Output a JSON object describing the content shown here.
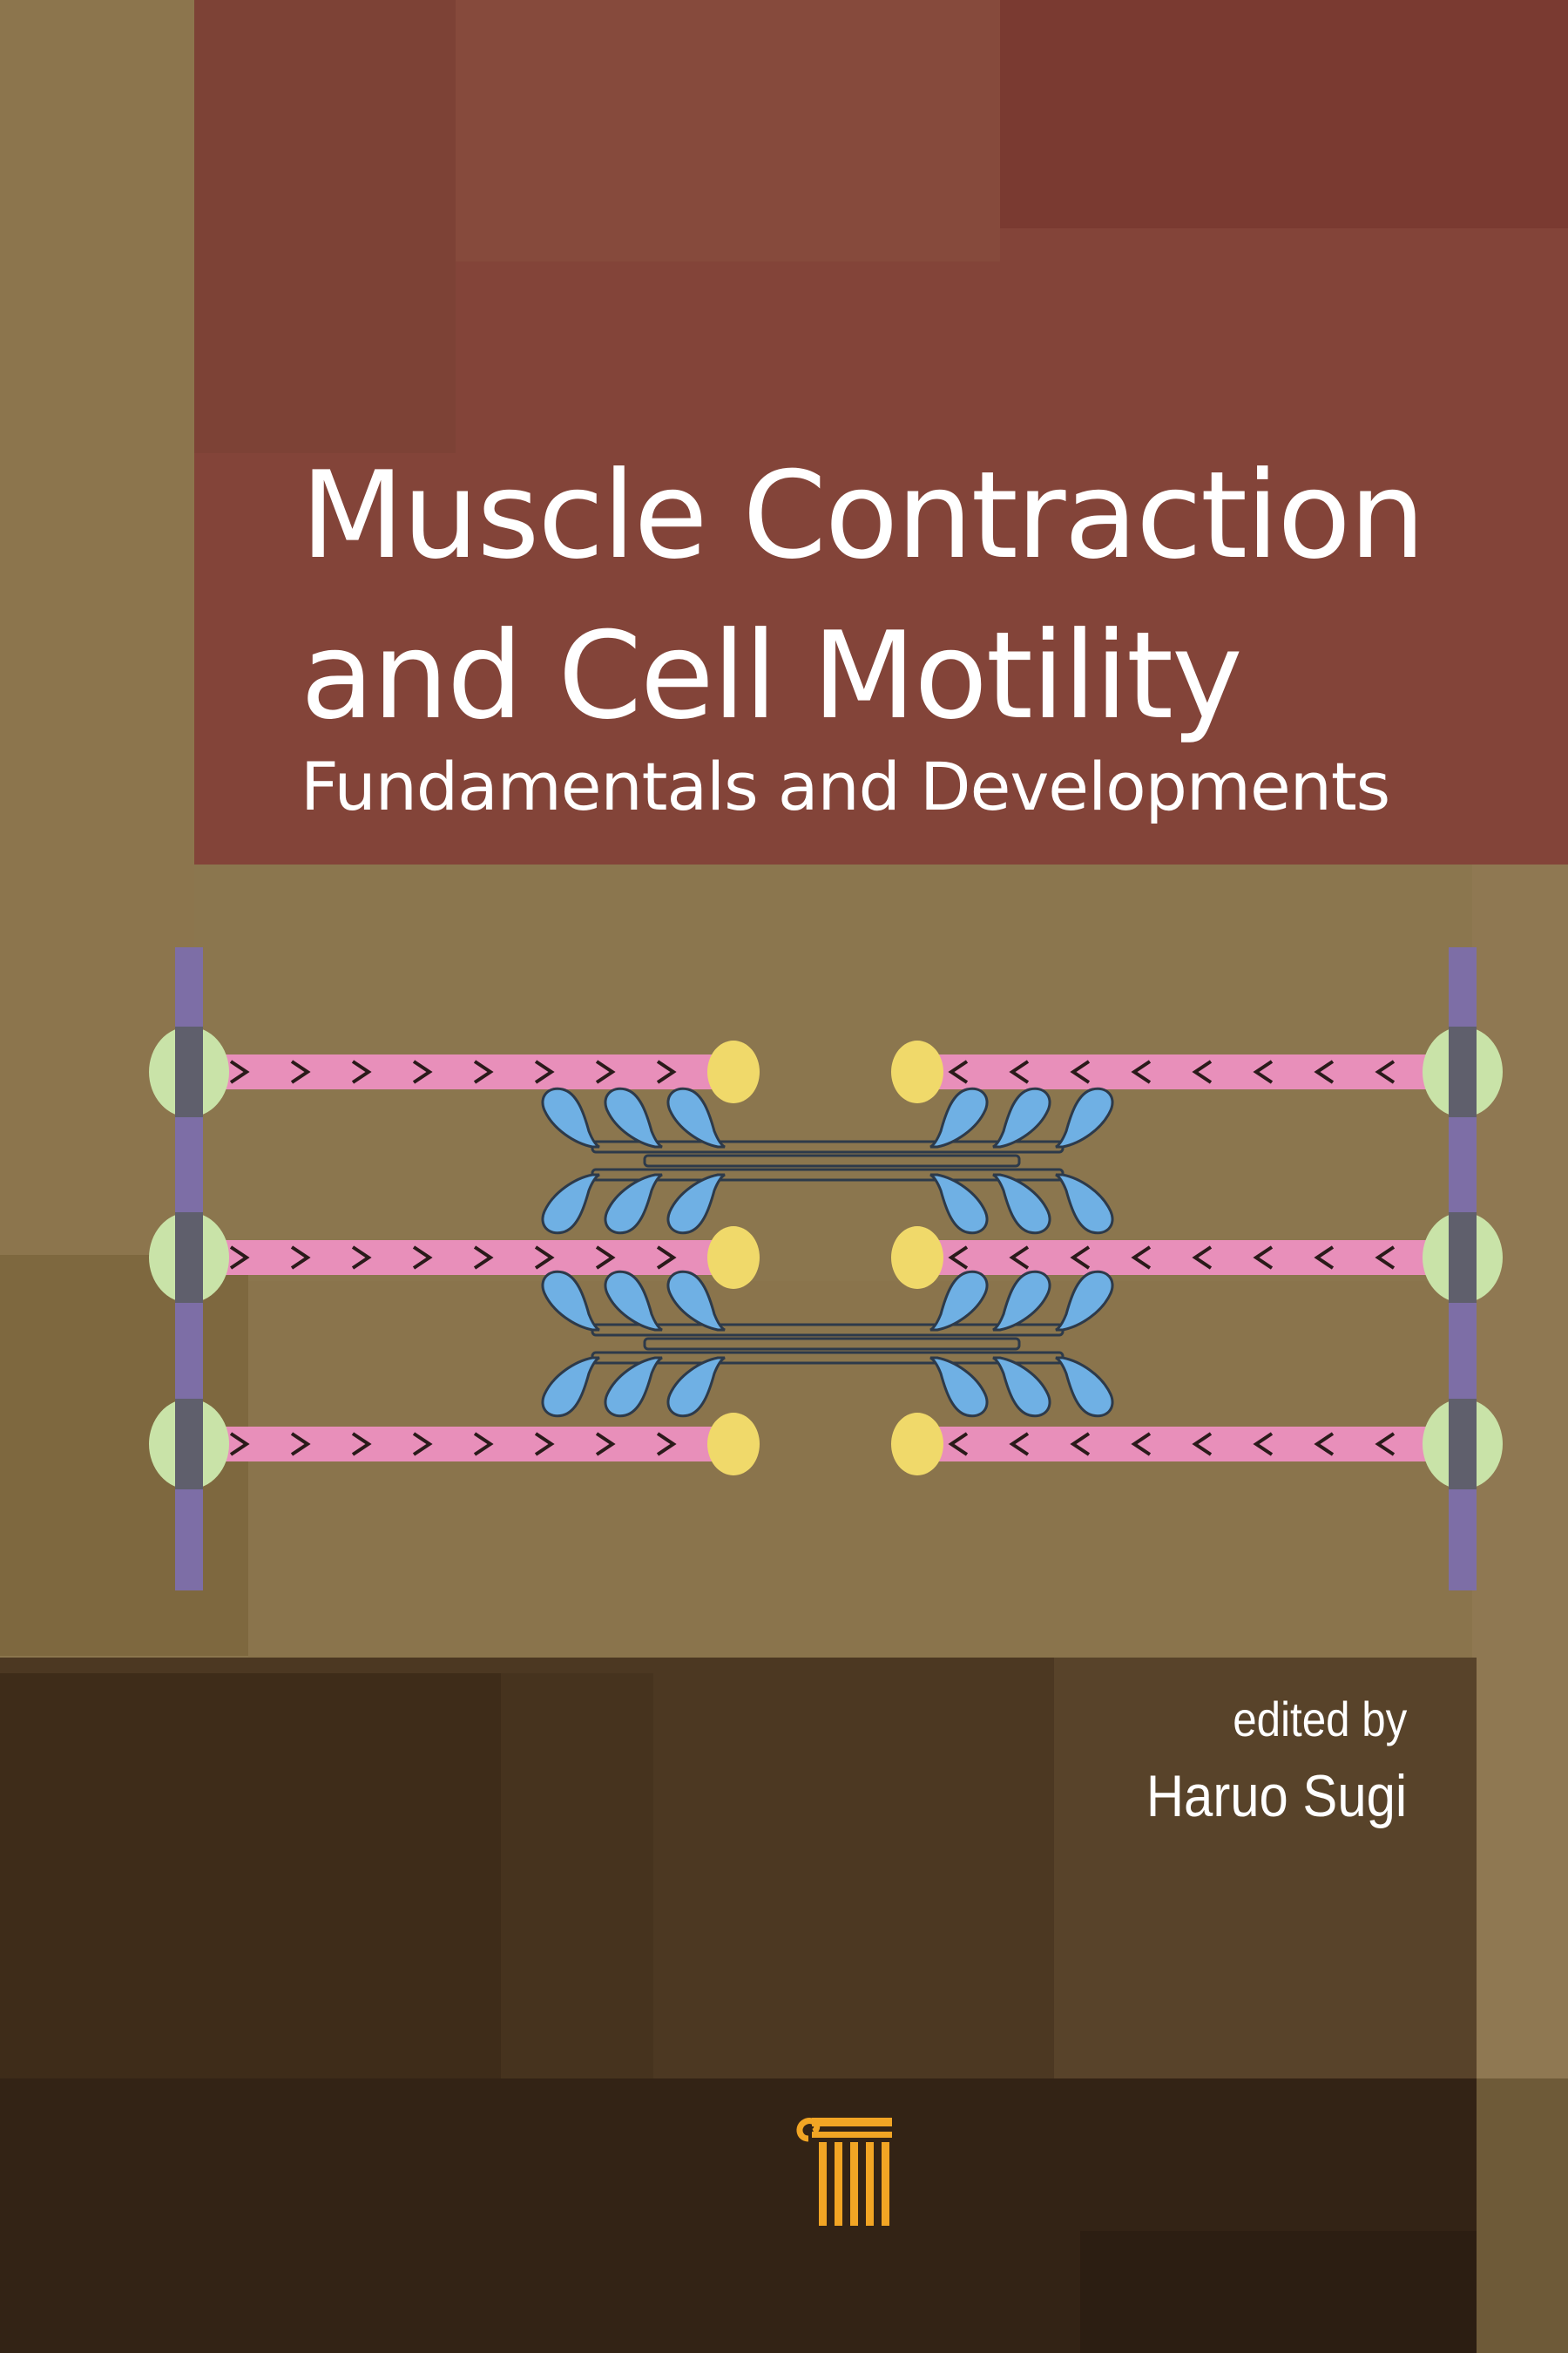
{
  "cover": {
    "title_line_1": "Muscle Contraction",
    "title_line_2": "and Cell Motility",
    "subtitle": "Fundamentals and Developments",
    "editor_label": "edited by",
    "editor_name": "Haruo Sugi"
  },
  "colors": {
    "background": "#8b764e",
    "title_panel": "#834439",
    "actin_filament": "#e88fba",
    "z_disc": "#7d6ea6",
    "z_node": "#c9e3a8",
    "cap": "#f0d96a",
    "myosin_head": "#6fb0e4",
    "logo": "#f2a524"
  },
  "icons": {
    "diagram": "sarcomere-diagram-icon",
    "publisher_logo": "column-logo-icon"
  }
}
